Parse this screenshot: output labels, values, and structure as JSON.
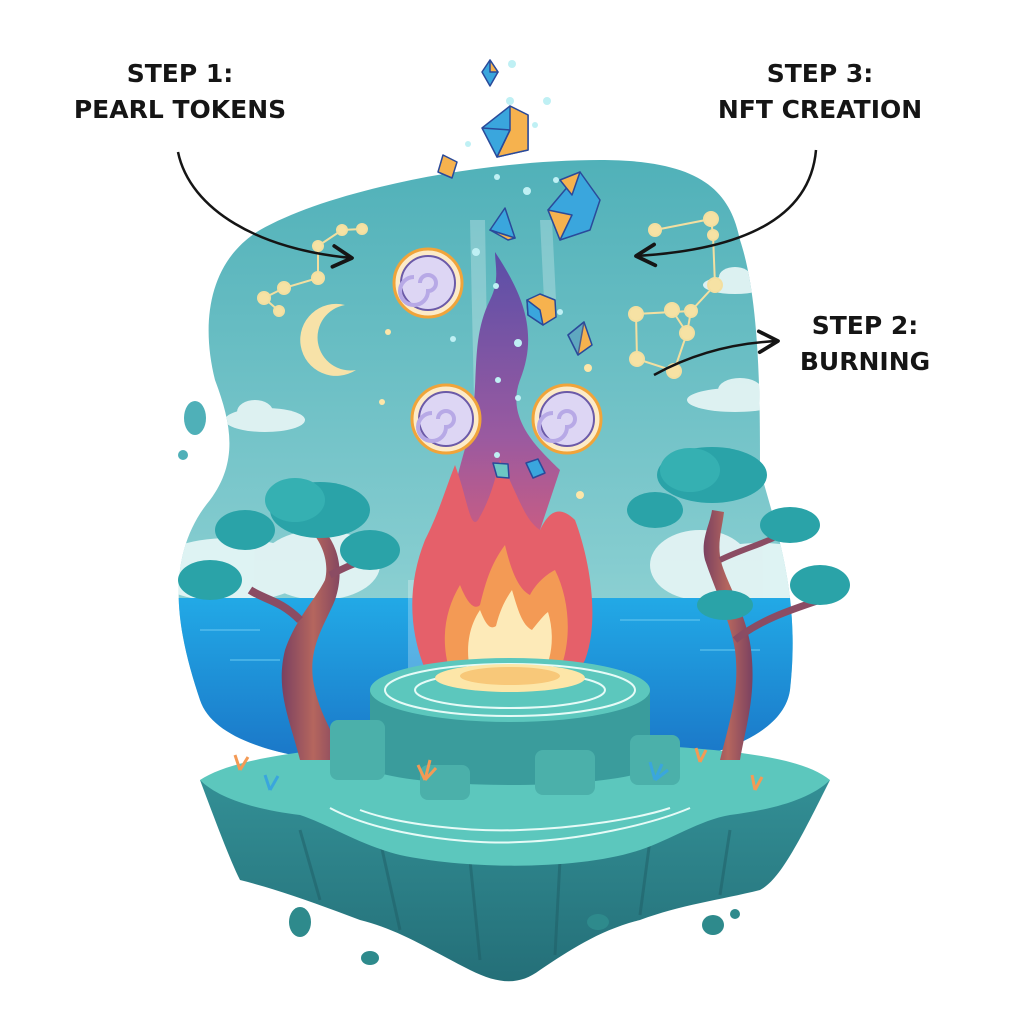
{
  "diagram": {
    "type": "process-illustration",
    "steps": [
      {
        "number": "STEP 1:",
        "title": "PEARL TOKENS"
      },
      {
        "number": "STEP 2:",
        "title": "BURNING"
      },
      {
        "number": "STEP 3:",
        "title": "NFT CREATION"
      }
    ],
    "elements": {
      "pearl_tokens": 3,
      "fire_altar": "flame on rune-circle stone pedestal",
      "nft_crystals": "floating geometric crystals rising from flame",
      "scenery": [
        "crescent-moon",
        "constellations",
        "clouds",
        "ocean",
        "twisted-trees",
        "floating-island"
      ]
    },
    "colors": {
      "sky_top": "#4fb0b8",
      "sky_bottom": "#a6dcdc",
      "ocean": "#1f8fd6",
      "island": "#4bbdb2",
      "island_shadow": "#2e8a8c",
      "flame_outer": "#e5606a",
      "flame_mid": "#f39a55",
      "flame_core": "#fdeab8",
      "smoke": "#6b5aa8",
      "pearl": "#d9d4f2",
      "pearl_ring": "#f0a43a",
      "crystal_blue": "#3aa6dd",
      "crystal_orange": "#f6b24e",
      "tree_foliage": "#2aa3a8",
      "tree_trunk": "#8b4c63",
      "moon": "#f7e2a8",
      "arrow": "#151515"
    }
  }
}
